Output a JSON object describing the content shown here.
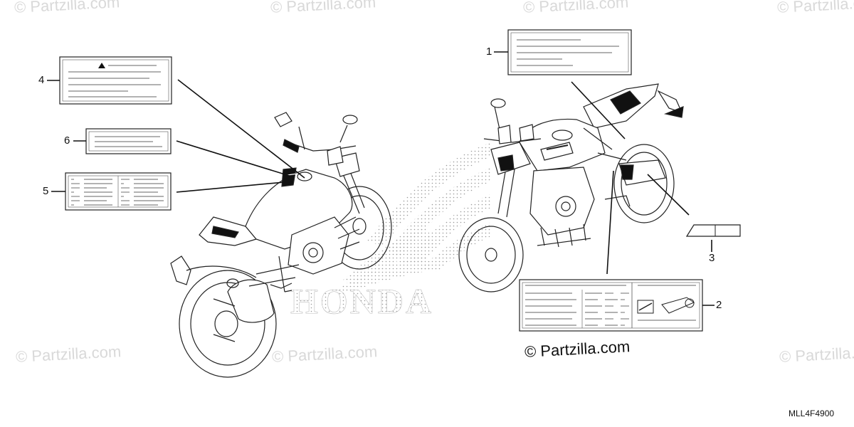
{
  "watermark_text": "© Partzilla.com",
  "center_mark": "© Partzilla.com",
  "diagram_code": "MLL4F4900",
  "brand_word": "HONDA",
  "callouts": [
    "1",
    "2",
    "3",
    "4",
    "5",
    "6"
  ]
}
